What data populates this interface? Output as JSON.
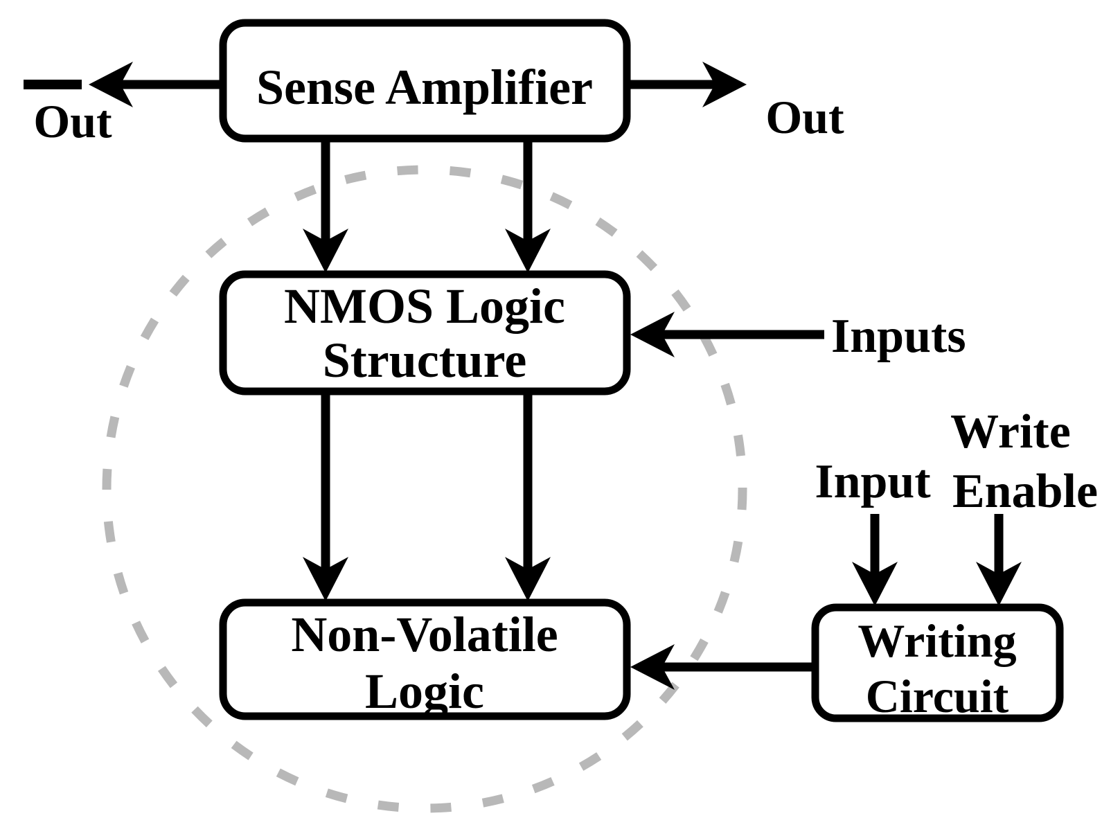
{
  "diagram": {
    "title_hint": "Non-volatile logic block diagram",
    "boxes": {
      "sense_amplifier": {
        "label": "Sense Amplifier"
      },
      "nmos": {
        "line1": "NMOS Logic",
        "line2": "Structure"
      },
      "nonvolatile": {
        "line1": "Non-Volatile",
        "line2": "Logic"
      },
      "writing": {
        "line1": "Writing",
        "line2": "Circuit"
      }
    },
    "labels": {
      "out_left": "Out",
      "out_right": "Out",
      "inputs": "Inputs",
      "write": "Write",
      "input": "Input",
      "enable": "Enable"
    },
    "colors": {
      "line": "#000000",
      "background": "#ffffff",
      "dashed_circle": "#b8b8b8"
    }
  }
}
